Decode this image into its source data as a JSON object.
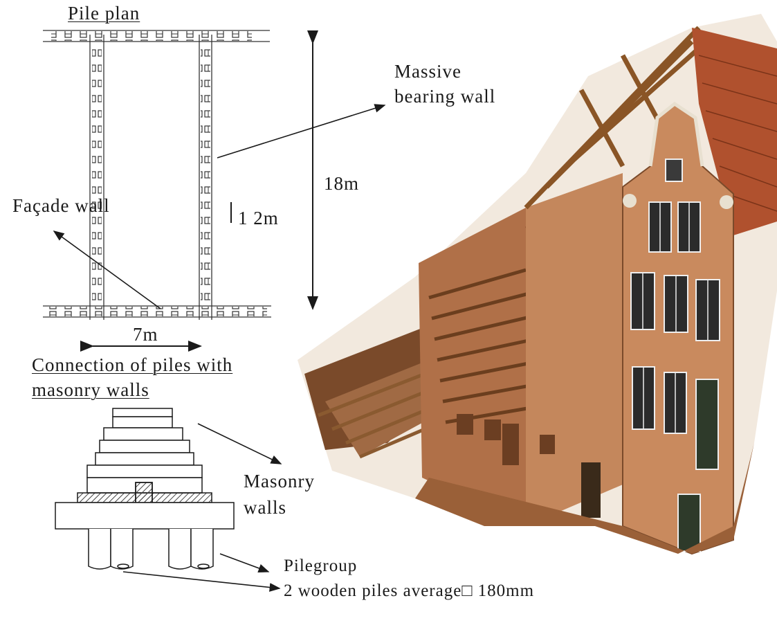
{
  "labels": {
    "pile_plan": "Pile plan",
    "massive_bearing_wall_line1": "Massive",
    "massive_bearing_wall_line2": "bearing wall",
    "length": "18m",
    "spacing": "1 2m",
    "facade_wall": "Façade wall",
    "width": "7m",
    "connection_line1": "Connection of piles with",
    "connection_line2": "masonry walls",
    "masonry_walls_line1": "Masonry",
    "masonry_walls_line2": "walls",
    "pilegroup": "Pilegroup",
    "piles_note": "2 wooden piles average□ 180mm"
  },
  "colors": {
    "ink": "#1a1a1a",
    "brick": "#b5673f",
    "brick_dark": "#8a4a2a",
    "timber": "#9a6a3a",
    "roof_tile": "#b0512e",
    "paper": "#ffffff"
  }
}
